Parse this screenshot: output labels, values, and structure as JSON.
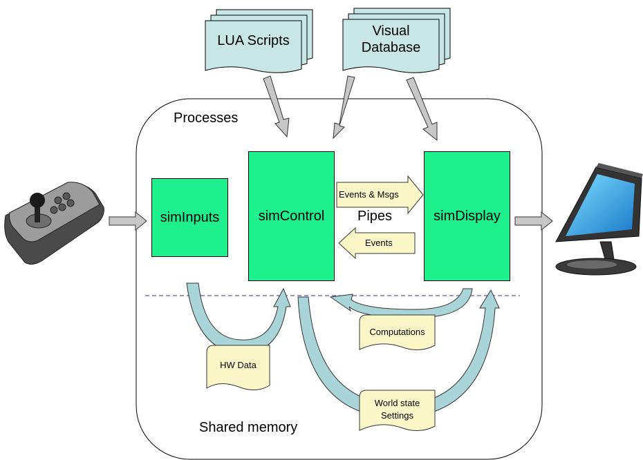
{
  "documents": {
    "lua": "LUA Scripts",
    "visual_line1": "Visual",
    "visual_line2": "Database"
  },
  "container": {
    "processes_label": "Processes",
    "shared_memory_label": "Shared memory",
    "pipes_label": "Pipes"
  },
  "processes": {
    "inputs": "simInputs",
    "control": "simControl",
    "display": "simDisplay"
  },
  "messages": {
    "events_msgs": "Events & Msgs",
    "events": "Events"
  },
  "memory_items": {
    "hw_data": "HW Data",
    "computations": "Computations",
    "world_line1": "World state",
    "world_line2": "Settings"
  },
  "colors": {
    "process_fill": "#1ef08e",
    "document_fill": "#c8e6e6",
    "memory_note_fill": "#fbf7c8",
    "flow_arrow_fill": "#a9d4d8",
    "gray_arrow_fill": "#c7c7c7",
    "divider": "#2f2f8f"
  }
}
